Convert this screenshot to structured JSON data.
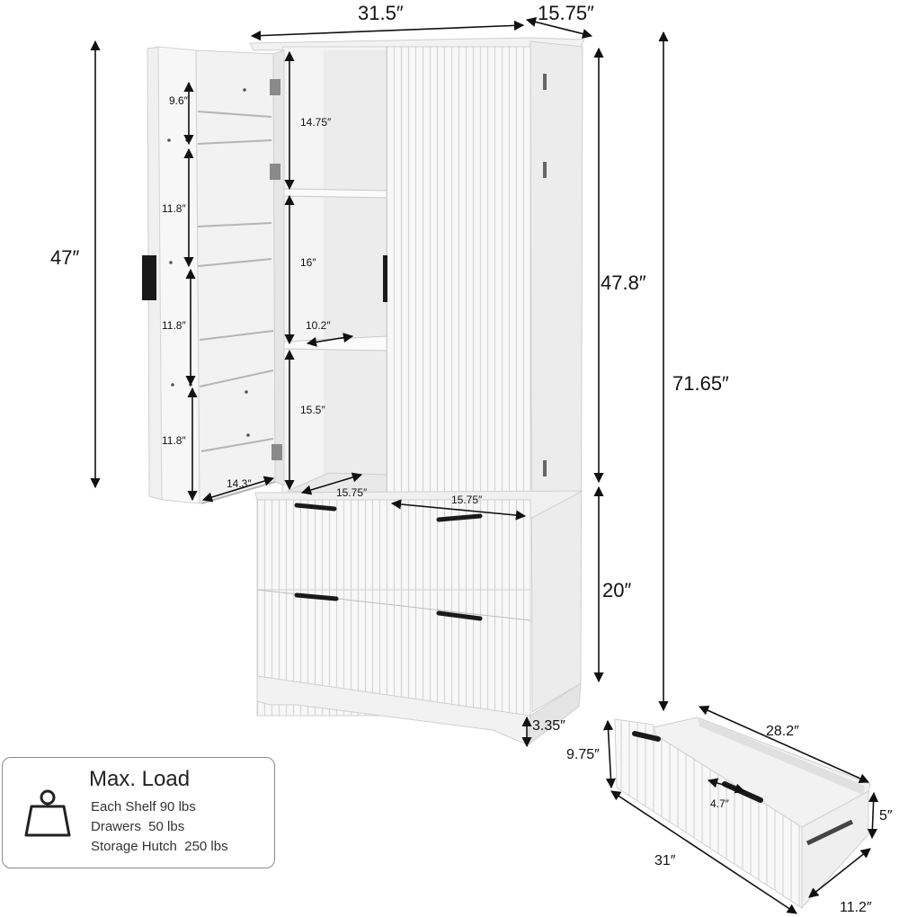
{
  "dimensions": {
    "width": "31.5″",
    "depth_top": "15.75″",
    "left_height": "47″",
    "upper_height": "47.8″",
    "total_height": "71.65″",
    "drawer_section_height": "20″",
    "base_height": "3.35″",
    "door_shelf_spacing_1": "9.6″",
    "door_shelf_spacing_2": "11.8″",
    "door_shelf_spacing_3": "11.8″",
    "door_shelf_spacing_4": "11.8″",
    "door_shelf_width": "14.3″",
    "compartment_top_height": "14.75″",
    "compartment_mid_height": "16″",
    "compartment_low_height": "15.5″",
    "shelf_depth": "10.2″",
    "interior_depth": "15.75″",
    "interior_width": "15.75″"
  },
  "drawer": {
    "front_height": "9.75″",
    "length": "28.2″",
    "handle_width": "4.7″",
    "front_width": "31″",
    "inner_height": "5″",
    "inner_depth": "11.2″"
  },
  "max_load": {
    "title": "Max. Load",
    "lines": [
      "Each Shelf 90 lbs",
      "Drawers  50 lbs",
      "Storage Hutch  250 lbs"
    ],
    "icon": "weight-icon"
  },
  "colors": {
    "cabinet": "#f7f7f7",
    "shade": "#e4e4e4",
    "handle": "#1a1a1a",
    "line": "#111111"
  }
}
